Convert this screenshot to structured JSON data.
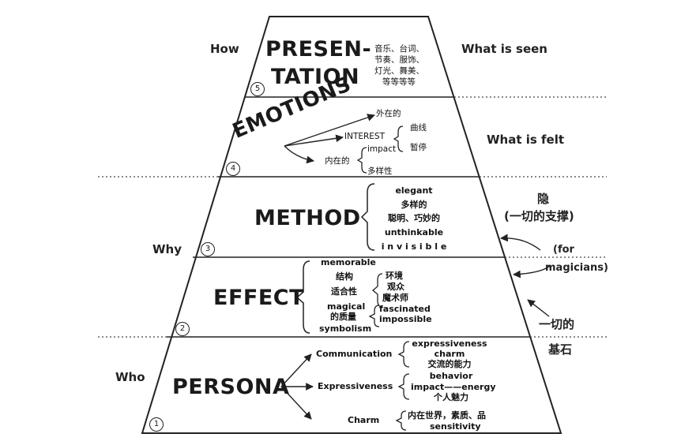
{
  "left_labels": {
    "how": "How",
    "why": "Why",
    "who": "Who"
  },
  "right_labels": {
    "seen": "What is seen",
    "felt": "What is felt",
    "hidden_1": "隐",
    "hidden_2": "(一切的支撑)",
    "for_1": "(for",
    "for_2": "magicians)",
    "all": "一切的",
    "foundation": "基石"
  },
  "levels": [
    {
      "number": "5",
      "title_line1": "PRESEN-",
      "title_line2": "TATION",
      "notes": [
        "音乐、台词、",
        "节奏、服饰、",
        "灯光、舞美、",
        "等等等等"
      ]
    },
    {
      "number": "4",
      "title": "EMOTIONS",
      "branches": {
        "outer": "外在的",
        "interest": "INTEREST",
        "impact": "impact",
        "inner": "内在的",
        "curve": "曲线",
        "pause": "暂停",
        "variety": "多样性"
      }
    },
    {
      "number": "3",
      "title": "METHOD",
      "items": [
        "elegant",
        "多样的",
        "聪明、巧妙的",
        "unthinkable",
        "i n v i s i b l e"
      ]
    },
    {
      "number": "2",
      "title": "EFFECT",
      "items": [
        "memorable",
        "结构",
        "适合性",
        "magical",
        "的质量",
        "symbolism"
      ],
      "sub_a": [
        "环境",
        "观众",
        "魔术师"
      ],
      "sub_b": [
        "fascinated",
        "impossible"
      ]
    },
    {
      "number": "1",
      "title": "PERSONA",
      "branches": [
        {
          "label": "Communication",
          "items": [
            "expressiveness",
            "charm",
            "交流的能力"
          ]
        },
        {
          "label": "Expressiveness",
          "items": [
            "behavior",
            "impact——energy",
            "个人魅力"
          ]
        },
        {
          "label": "Charm",
          "items": [
            "内在世界，素质、品",
            "sensitivity"
          ]
        }
      ]
    }
  ]
}
